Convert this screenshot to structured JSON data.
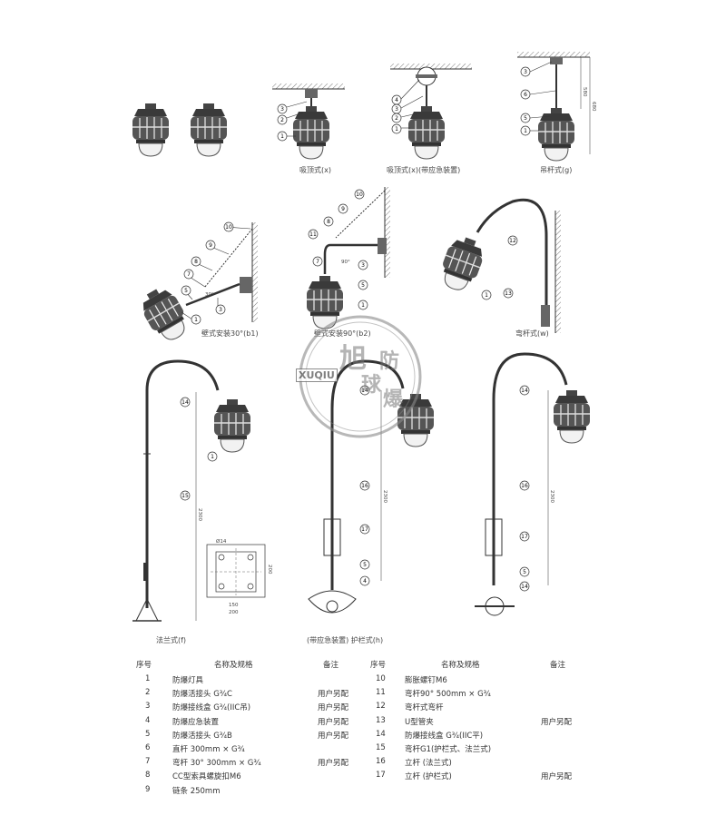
{
  "captions": {
    "ceiling": "吸顶式(x)",
    "ceiling_emergency": "吸顶式(x)(带应急装置)",
    "pendant": "吊杆式(g)",
    "wall_30": "壁式安装30°(b1)",
    "wall_90": "壁式安装90°(b2)",
    "bent_rod": "弯杆式(w)",
    "flange": "法兰式(f)",
    "guardrail": "(带应急装置) 护栏式(h)"
  },
  "dimensions": {
    "pendant_dim1": "580",
    "pendant_dim2": "680",
    "wall_angle_30": "30°",
    "wall_angle_90": "90°",
    "pole_height": "2300",
    "flange_hole": "Ø14",
    "flange_150": "150",
    "flange_200": "200"
  },
  "watermark": {
    "latin": "XUQIU",
    "chars": [
      "旭",
      "球",
      "防",
      "爆"
    ]
  },
  "parts_table": {
    "headers": {
      "no": "序号",
      "name": "名称及规格",
      "note": "备注"
    },
    "left": [
      {
        "no": "1",
        "name": "防爆灯具",
        "note": ""
      },
      {
        "no": "2",
        "name": "防爆活接头 G³⁄₄C",
        "note": "用户另配"
      },
      {
        "no": "3",
        "name": "防爆接线盒 G³⁄₄(IIC吊)",
        "note": "用户另配"
      },
      {
        "no": "4",
        "name": "防爆应急装置",
        "note": "用户另配"
      },
      {
        "no": "5",
        "name": "防爆活接头 G³⁄₄B",
        "note": "用户另配"
      },
      {
        "no": "6",
        "name": "直杆 300mm × G³⁄₄",
        "note": ""
      },
      {
        "no": "7",
        "name": "弯杆 30° 300mm × G³⁄₄",
        "note": "用户另配"
      },
      {
        "no": "8",
        "name": "CC型索具螺旋扣M6",
        "note": ""
      },
      {
        "no": "9",
        "name": "链条 250mm",
        "note": ""
      }
    ],
    "right": [
      {
        "no": "10",
        "name": "膨胀螺钉M6",
        "note": ""
      },
      {
        "no": "11",
        "name": "弯杆90° 500mm × G³⁄₄",
        "note": ""
      },
      {
        "no": "12",
        "name": "弯杆式弯杆",
        "note": ""
      },
      {
        "no": "13",
        "name": "U型管夹",
        "note": "用户另配"
      },
      {
        "no": "14",
        "name": "防爆接线盒 G³⁄₄(IIC平)",
        "note": ""
      },
      {
        "no": "15",
        "name": "弯杆G1(护栏式、法兰式)",
        "note": ""
      },
      {
        "no": "16",
        "name": "立杆 (法兰式)",
        "note": ""
      },
      {
        "no": "17",
        "name": "立杆 (护栏式)",
        "note": "用户另配"
      }
    ]
  }
}
